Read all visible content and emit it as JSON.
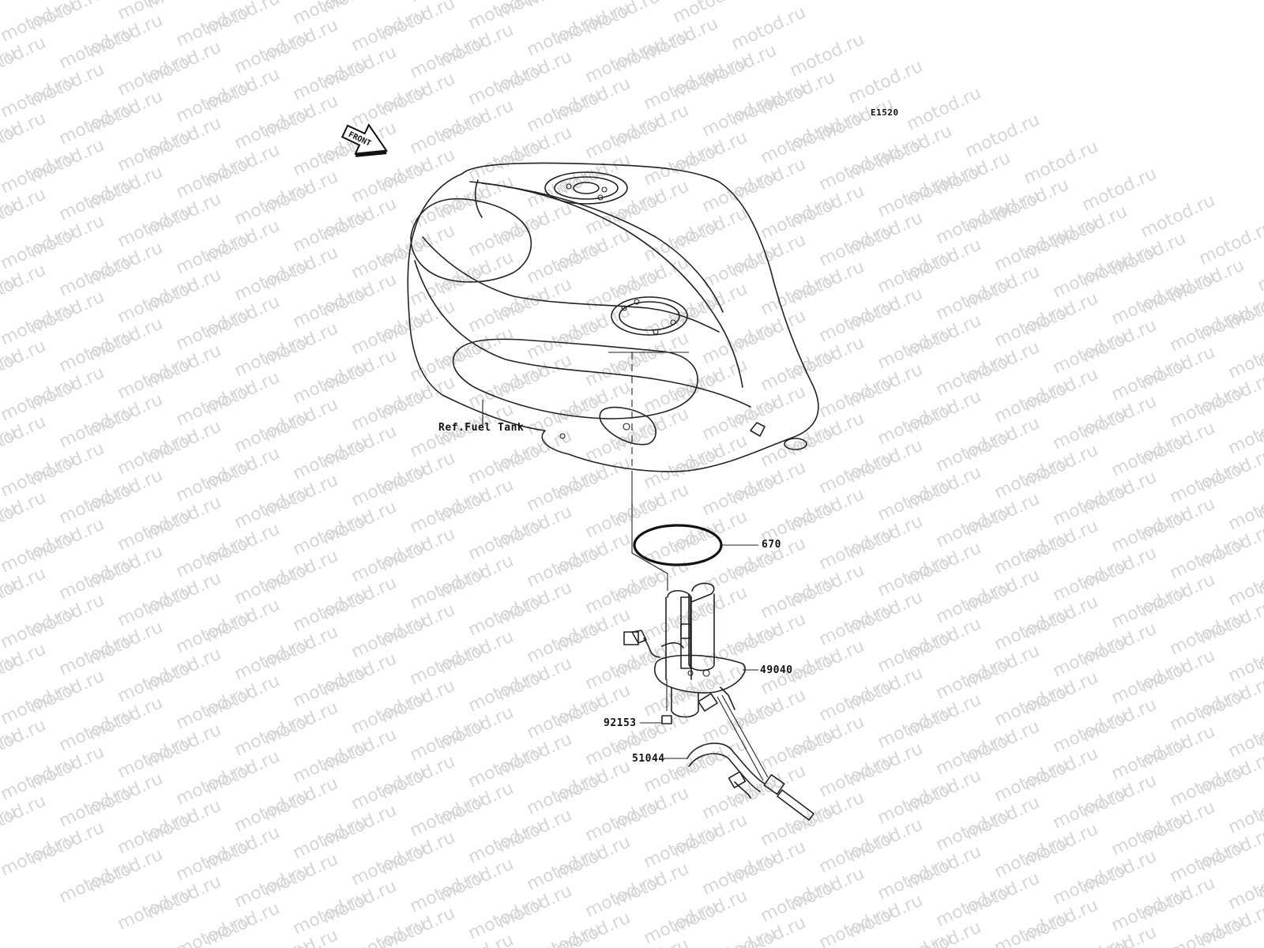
{
  "watermark": {
    "text": "motod.ru"
  },
  "diagram_code": "E1520",
  "front_arrow": {
    "text": "FRONT"
  },
  "callouts": {
    "ref_fuel_tank": "Ref.Fuel Tank",
    "part_670": "670",
    "part_49040": "49040",
    "part_92153": "92153",
    "part_51044": "51044"
  }
}
